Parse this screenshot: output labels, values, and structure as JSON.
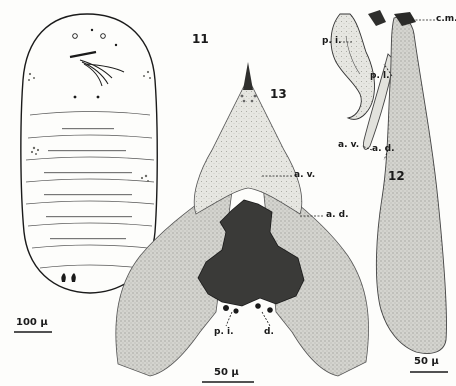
{
  "figures": {
    "fig11": {
      "number": "11",
      "scale": "100 µ"
    },
    "fig12": {
      "number": "12",
      "scale": "50 µ",
      "labels": {
        "cm": "c.m.",
        "pi": "p. i.",
        "pl": "p. l.",
        "av": "a. v.",
        "ad": "a. d."
      }
    },
    "fig13": {
      "number": "13",
      "scale": "50 µ",
      "labels": {
        "av": "a. v.",
        "ad": "a. d.",
        "pi": "p. i.",
        "d": "d."
      }
    }
  },
  "colors": {
    "ink": "#1a1a1a",
    "stipple": "#bdbdb6",
    "dark_mass": "#3a3a38"
  }
}
